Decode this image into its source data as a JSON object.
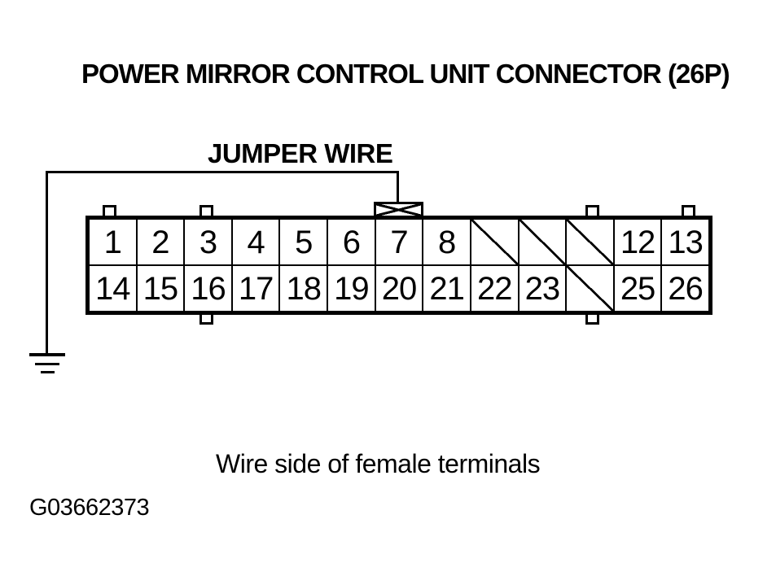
{
  "title": "POWER MIRROR CONTROL UNIT CONNECTOR (26P)",
  "jumper_wire_label": "JUMPER WIRE",
  "caption": "Wire side of female terminals",
  "figure_id": "G03662373",
  "colors": {
    "ink": "#000000",
    "paper": "#ffffff"
  },
  "icons": {
    "ground": "ground-symbol (three stacked bars of decreasing width)",
    "jumper_terminal": "crossed-box on pin 7 cavity"
  },
  "connector": {
    "pin_count_label": "26P",
    "rows": [
      [
        "1",
        "2",
        "3",
        "4",
        "5",
        "6",
        "7",
        "8",
        null,
        null,
        null,
        "12",
        "13"
      ],
      [
        "14",
        "15",
        "16",
        "17",
        "18",
        "19",
        "20",
        "21",
        "22",
        "23",
        null,
        "25",
        "26"
      ]
    ]
  }
}
